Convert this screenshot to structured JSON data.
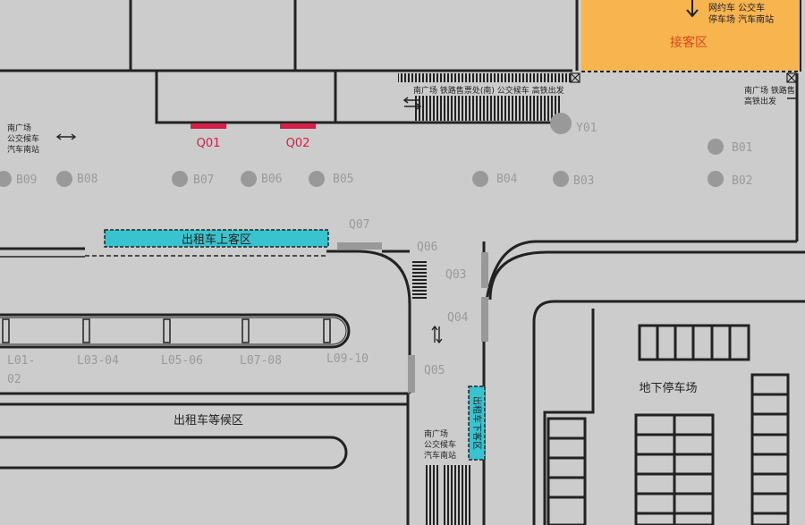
{
  "colors": {
    "background": "#cccccc",
    "line": "#222222",
    "orange_zone": "#f7b44f",
    "orange_text": "#d9481c",
    "cyan_zone": "#38c3cf",
    "red_marker": "#d42048",
    "gray_marker": "#999999",
    "gray_text": "#9a9a9a"
  },
  "zones": {
    "pickup_area": "接客区",
    "pickup_info_line1": "网约车  公交车",
    "pickup_info_line2": "停车场  汽车南站",
    "taxi_boarding": "出租车上客区",
    "taxi_waiting": "出租车等候区",
    "underground_parking": "地下停车场",
    "taxi_dropoff": "出租车下客区"
  },
  "direction_signs": {
    "top_center": "南广场  铁路售票处(南)  公交候车  高铁出发",
    "top_right_line1": "南广场  铁路售",
    "top_right_line2": "高铁出发",
    "left_line1": "南广场",
    "left_line2": "公交候车",
    "left_line3": "汽车南站",
    "bottom_line1": "南广场",
    "bottom_line2": "公交候车",
    "bottom_line3": "汽车南站"
  },
  "markers": {
    "red": [
      "Q01",
      "Q02"
    ],
    "y01": "Y01",
    "b_points": [
      "B01",
      "B02",
      "B03",
      "B04",
      "B05",
      "B06",
      "B07",
      "B08",
      "B09"
    ],
    "q_points": [
      "Q03",
      "Q04",
      "Q05",
      "Q06",
      "Q07"
    ]
  },
  "lanes": {
    "l01_line1": "L01-",
    "l01_line2": "02",
    "l03": "L03-04",
    "l05": "L05-06",
    "l07": "L07-08",
    "l09": "L09-10"
  }
}
